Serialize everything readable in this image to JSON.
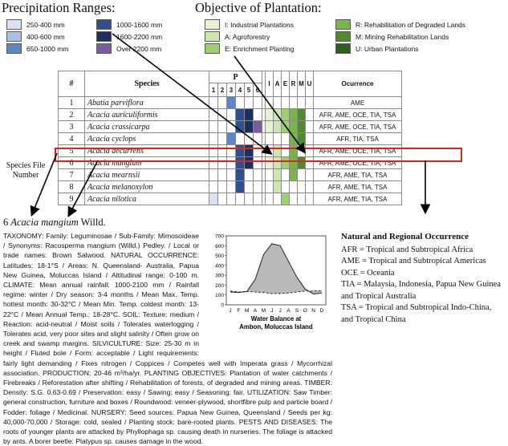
{
  "precip": {
    "title": "Precipitation Ranges:",
    "items": [
      {
        "label": "250-400 mm",
        "color": "#d8e2f3"
      },
      {
        "label": "400-600 mm",
        "color": "#a8bfe6"
      },
      {
        "label": "650-1000 mm",
        "color": "#5d85cc"
      },
      {
        "label": "1000-1600 mm",
        "color": "#2f4f8f"
      },
      {
        "label": "1600-2200 mm",
        "color": "#1c2f5e"
      },
      {
        "label": "Over 2200 mm",
        "color": "#7b5aa0"
      }
    ]
  },
  "objective": {
    "title": "Objective of Plantation:",
    "items": [
      {
        "label": "I: Industrial Plantations",
        "color": "#e7f1d4"
      },
      {
        "label": "A: Agroforestry",
        "color": "#cfe6b0"
      },
      {
        "label": "E: Enrichment Planting",
        "color": "#9cd26d"
      },
      {
        "label": "R: Rehabilitation of Degraded Lands",
        "color": "#76b843"
      },
      {
        "label": "M: Mining Rehabilitation Lands",
        "color": "#4f8a2c"
      },
      {
        "label": "U: Urban Plantations",
        "color": "#2d5f1c"
      }
    ]
  },
  "table": {
    "h_num": "#",
    "h_species": "Species",
    "h_p": "P",
    "p_cols": [
      "1",
      "2",
      "3",
      "4",
      "5",
      "6"
    ],
    "o_cols": [
      "I",
      "A",
      "E",
      "R",
      "M",
      "U"
    ],
    "h_occ": "Ocurrence",
    "rows": [
      {
        "num": "1",
        "species": "Abatia parviflora",
        "p": [
          0,
          0,
          1,
          0,
          0,
          0
        ],
        "o": [
          0,
          0,
          0,
          0,
          0,
          0
        ],
        "occ": "AME"
      },
      {
        "num": "2",
        "species": "Acacia auriculiformis",
        "p": [
          0,
          0,
          0,
          1,
          1,
          0
        ],
        "o": [
          1,
          1,
          1,
          1,
          1,
          0
        ],
        "occ": "AFR, AME, OCE, TIA, TSA"
      },
      {
        "num": "3",
        "species": "Acacia crassicarpa",
        "p": [
          0,
          0,
          0,
          1,
          1,
          1
        ],
        "o": [
          1,
          1,
          1,
          1,
          1,
          0
        ],
        "occ": "AFR, AME, OCE, TIA, TSA"
      },
      {
        "num": "4",
        "species": "Acacia cyclops",
        "p": [
          0,
          0,
          1,
          0,
          0,
          0
        ],
        "o": [
          0,
          0,
          0,
          1,
          1,
          0
        ],
        "occ": "AFR, TIA, TSA"
      },
      {
        "num": "5",
        "species": "Acacia decurrens",
        "p": [
          0,
          0,
          0,
          1,
          1,
          0
        ],
        "o": [
          0,
          1,
          0,
          1,
          0,
          0
        ],
        "occ": "AFR, AME, OCE, TIA, TSA"
      },
      {
        "num": "6",
        "species": "Acacia mangium",
        "p": [
          0,
          0,
          0,
          1,
          1,
          0
        ],
        "o": [
          1,
          1,
          1,
          1,
          1,
          0
        ],
        "occ": "AFR, AME, OCE, TIA, TSA"
      },
      {
        "num": "7",
        "species": "Acacia mearnsii",
        "p": [
          0,
          0,
          0,
          1,
          0,
          0
        ],
        "o": [
          0,
          1,
          0,
          1,
          0,
          0
        ],
        "occ": "AFR, AME, TIA, TSA"
      },
      {
        "num": "8",
        "species": "Acacia melanoxylon",
        "p": [
          0,
          0,
          0,
          1,
          0,
          0
        ],
        "o": [
          0,
          1,
          0,
          0,
          0,
          0
        ],
        "occ": "AFR, AME, TIA, TSA"
      },
      {
        "num": "9",
        "species": "Acacia nilotica",
        "p": [
          1,
          0,
          0,
          0,
          0,
          0
        ],
        "o": [
          0,
          0,
          1,
          0,
          0,
          0
        ],
        "occ": "AFR, AME, TIA, TSA"
      }
    ]
  },
  "p_colors": [
    "#d8e2f3",
    "#a8bfe6",
    "#5d85cc",
    "#2f4f8f",
    "#1c2f5e",
    "#7b5aa0"
  ],
  "o_colors": [
    "#e7f1d4",
    "#cfe6b0",
    "#9cd26d",
    "#76b843",
    "#4f8a2c",
    "#2d5f1c"
  ],
  "annotations": {
    "species_file_1": "Species File",
    "species_file_2": "Number"
  },
  "doc": {
    "heading_num": "6",
    "heading_species": "Acacia mangium",
    "heading_author": "Willd.",
    "body": "TAXONOMY: Family: Leguminosae / Sub-Family: Mimosoideae / Synonyms: Racosperma mangium (Willd.) Pedley. / Local or trade names: Brown Salwood. NATURAL OCCURRENCE: Latitudes: 18-1°S / Areas: N. Queensland- Australia, Papua New Guinea, Moluccas Island / Altitudinal range: 0-100 m. CLIMATE: Mean annual rainfall: 1000-2100 mm / Rainfall regime: winter / Dry season: 3-4 months / Mean Max. Temp. hottest month: 30-32°C / Mean Min. Temp. coldest month: 13-22°C / Mean Annual Temp.: 18-28°C. SOIL: Texture: medium / Reaction: acid-neutral / Moist soils / Tolerates waterlogging / Tolerates acid, very poor sites and slight salinity / Often grow on creek and swamp margins. SILVICULTURE: Size: 25-30 m in height / Fluted bole / Form: acceptable / Light requirements: fairly light demanding / Fixes nitrogen / Coppices / Competes well with Imperata grass / Mycorrhizal association. PRODUCTION: 20-46 m³/ha/yr. PLANTING OBJECTIVES: Plantation of water catchments / Firebreaks / Reforestation after shifting / Rehabilitation of forests, of degraded and mining areas. TIMBER: Density: S.G. 0.63-0.69 / Preservation: easy / Sawing: easy / Seasoning: fair. UTILIZATION: Saw Timber: general construction, furniture and boxes / Roundwood: veneer-plywood, shortfibre pulp and particle board / Fodder: foliage / Medicinal. NURSERY: Seed sources: Papua New Guinea, Queensland / Seeds per kg: 40,000-70,000 / Storage: cold, sealed / Planting stock: bare-rooted plants. PESTS AND DISEASES: The roots of younger plants are attacked by Phyllophaga sp. causing death in nurseries. The foliage is attacked by ants. A borer beetle: Platypus sp. causes damage in the wood."
  },
  "water_balance": {
    "caption1": "Water Balance at",
    "caption2": "Ambon, Moluccas Island",
    "months": [
      "J",
      "F",
      "M",
      "A",
      "M",
      "J",
      "J",
      "A",
      "S",
      "O",
      "N",
      "D"
    ],
    "yticks": [
      "700",
      "600",
      "500",
      "400",
      "300",
      "200",
      "100",
      "0"
    ],
    "rainfall": [
      130,
      125,
      135,
      260,
      510,
      620,
      600,
      440,
      280,
      160,
      110,
      120
    ],
    "evap": [
      140,
      130,
      135,
      130,
      125,
      115,
      115,
      120,
      130,
      140,
      140,
      145
    ],
    "ymax": 700
  },
  "occurrence": {
    "title": "Natural and Regional Occurrence",
    "lines": [
      "AFR = Tropical and Subtropical Africa",
      "AME = Tropical and Subtropical Americas",
      "OCE = Oceania",
      "TIA = Malaysia, Indonesia, Papua New Guinea and Tropical Australia",
      "TSA = Tropical and Subtropical Indo-China, and Tropical China"
    ]
  }
}
